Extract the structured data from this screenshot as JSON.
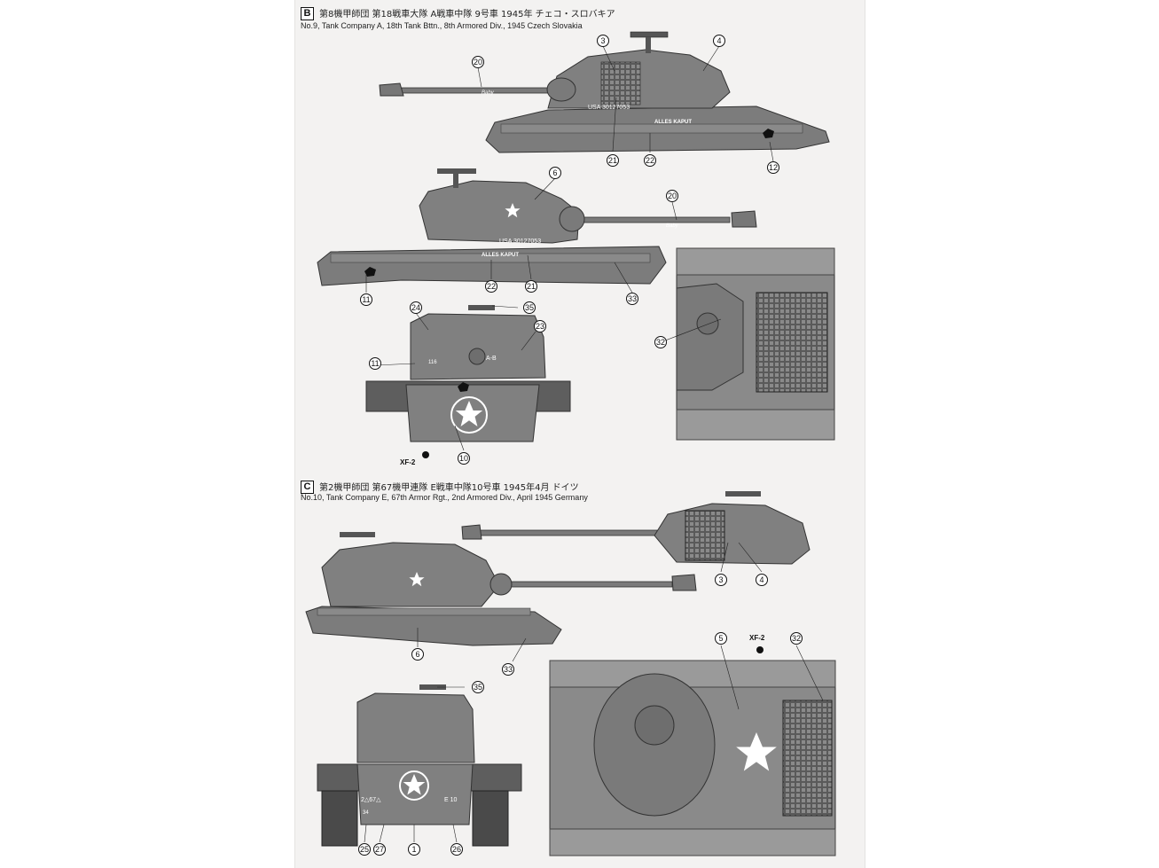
{
  "section_b": {
    "badge": "B",
    "title_jp": "第8機甲師団 第18戦車大隊 A戦車中隊 9号車 1945年 チェコ・スロバキア",
    "title_en": "No.9, Tank Company A, 18th Tank Bttn., 8th Armored Div., 1945 Czech Slovakia",
    "markings": {
      "serial": "USA 30127053",
      "slogan": "ALLES KAPUT",
      "barrel_name": "Baby",
      "turret_code": "A-B",
      "bumper_code": "116"
    },
    "callouts": [
      "3",
      "4",
      "20",
      "21",
      "22",
      "12",
      "6",
      "20",
      "11",
      "22",
      "21",
      "33",
      "24",
      "35",
      "23",
      "11",
      "10",
      "32"
    ],
    "paint": "XF-2"
  },
  "section_c": {
    "badge": "C",
    "title_jp": "第2機甲師団 第67機甲連隊 E戦車中隊10号車 1945年4月 ドイツ",
    "title_en": "No.10, Tank Company E, 67th Armor Rgt., 2nd Armored Div., April 1945 Germany",
    "markings": {
      "bumper_left": "2△67△",
      "bumper_right": "E 10",
      "small_number": "34"
    },
    "callouts": [
      "3",
      "4",
      "6",
      "33",
      "35",
      "25",
      "27",
      "1",
      "26",
      "5",
      "32"
    ],
    "paint": "XF-2"
  },
  "colors": {
    "tank_gray": "#808080",
    "tank_dark": "#3c3c3c",
    "paper": "#f3f2f1",
    "ink": "#111111"
  },
  "icons": [
    "white-star-icon",
    "paint-dot-icon",
    "number-circle-icon"
  ]
}
